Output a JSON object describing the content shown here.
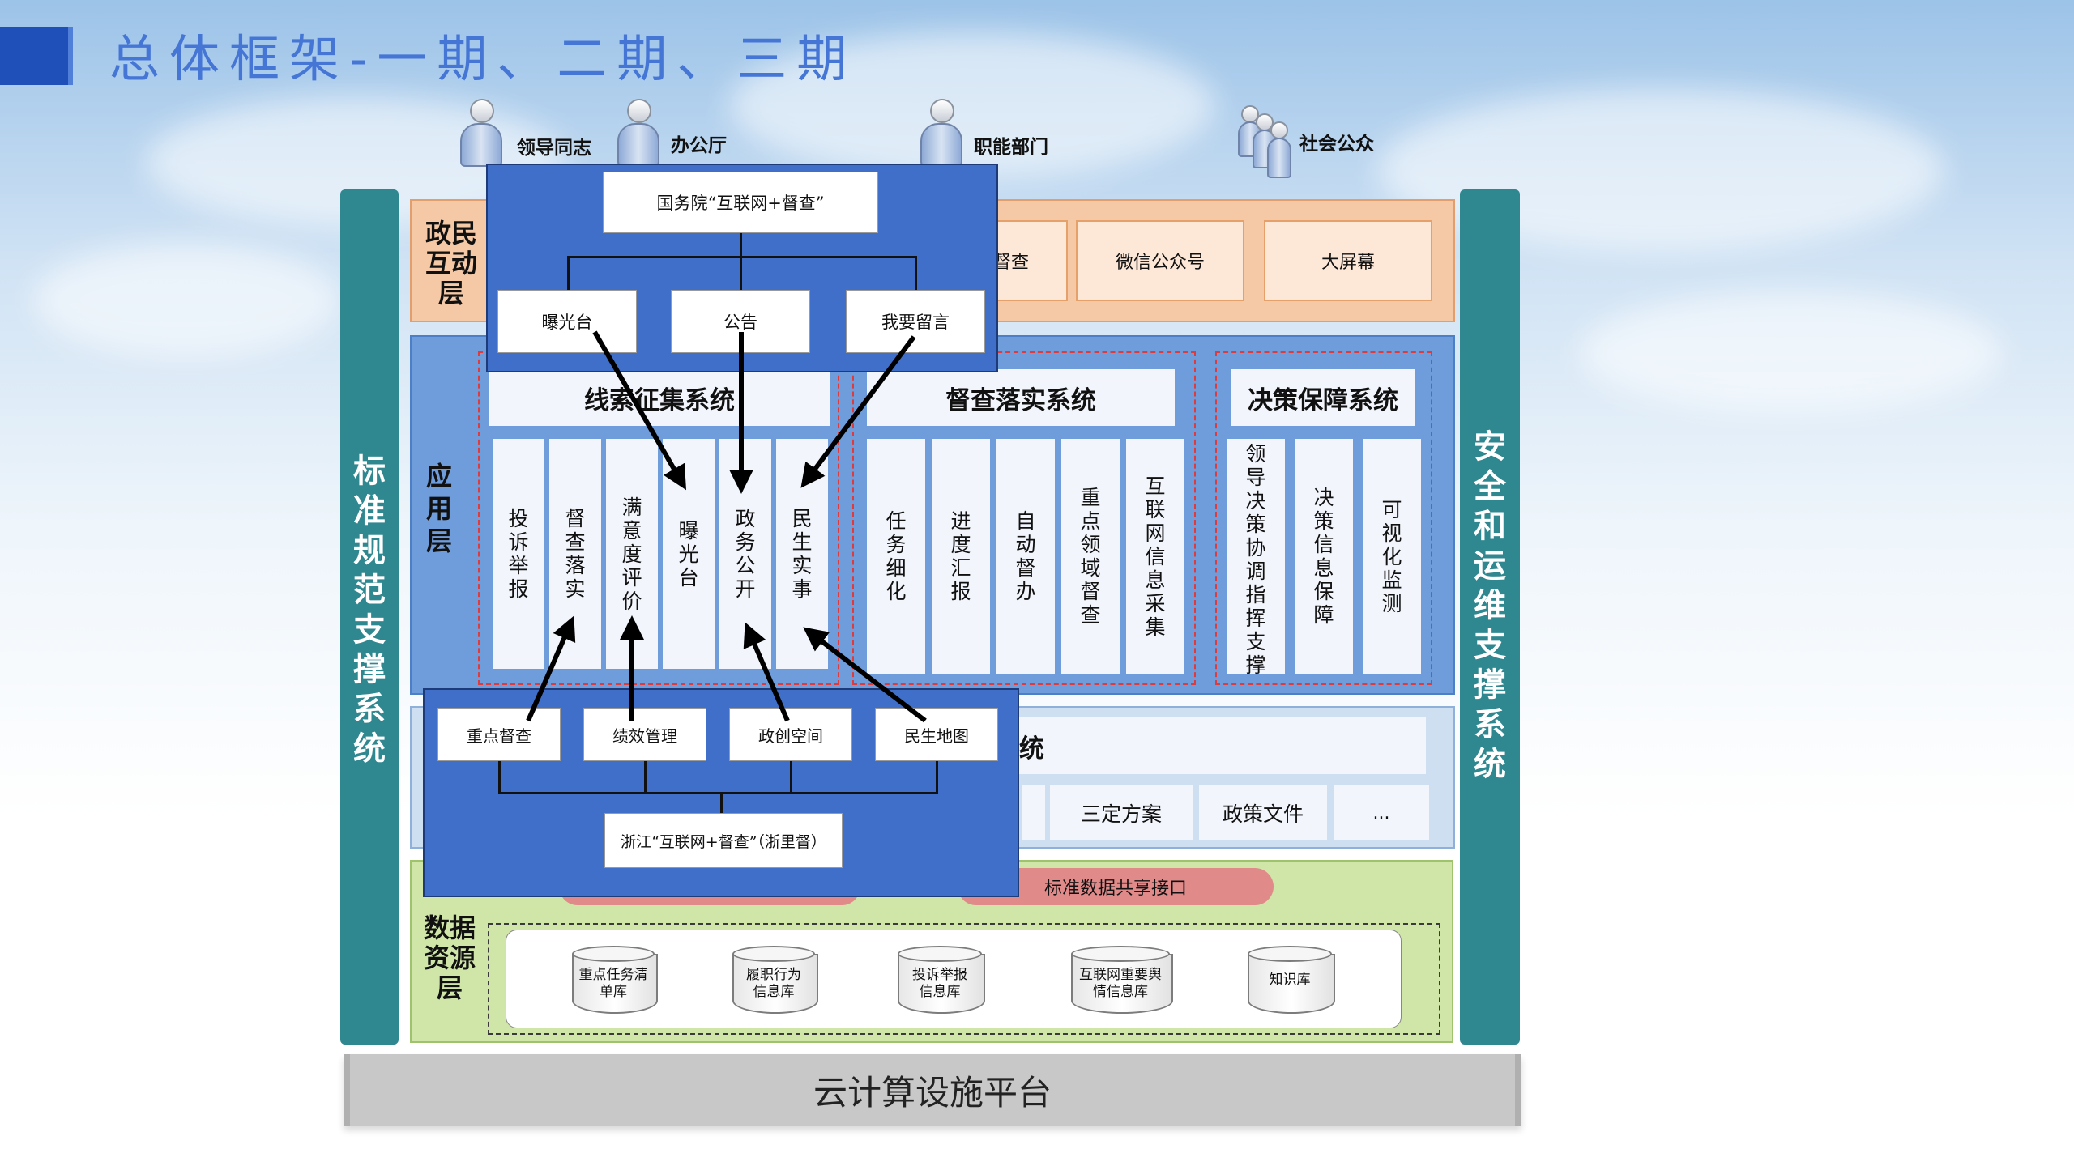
{
  "title": "总体框架-一期、二期、三期",
  "users": [
    "领导同志",
    "办公厅",
    "职能部门",
    "社会公众"
  ],
  "left_bar": "标准规范支撑系统",
  "right_bar": "安全和运维支撑系统",
  "layer_interaction": {
    "label": "政民互动层",
    "items": [
      "督查",
      "微信公众号",
      "大屏幕"
    ]
  },
  "layer_application": {
    "label": "应用层",
    "systems": [
      {
        "title": "线索征集系统",
        "items": [
          "投诉举报",
          "督查落实",
          "满意度评价",
          "曝光台",
          "政务公开",
          "民生实事"
        ]
      },
      {
        "title": "督查落实系统",
        "items": [
          "任务细化",
          "进度汇报",
          "自动督办",
          "重点领域督查",
          "互联网信息采集"
        ]
      },
      {
        "title": "决策保障系统",
        "items": [
          "领导决策协调指挥支撑",
          "决策信息保障",
          "可视化监测"
        ]
      }
    ]
  },
  "layer_support": {
    "partial_text": "统",
    "items": [
      "三定方案",
      "政策文件",
      "..."
    ]
  },
  "layer_data": {
    "label": "数据资源层",
    "interface": "标准数据共享接口",
    "databases": [
      "重点任务清单库",
      "履职行为信息库",
      "投诉举报信息库",
      "互联网重要舆情信息库",
      "知识库"
    ]
  },
  "cloud_platform": "云计算设施平台",
  "overlay_national": {
    "root": "国务院“互联网+督查”",
    "children": [
      "曝光台",
      "公告",
      "我要留言"
    ]
  },
  "overlay_zhejiang": {
    "root": "浙江“互联网+督查”（浙里督）",
    "children": [
      "重点督查",
      "绩效管理",
      "政创空间",
      "民生地图"
    ]
  },
  "colors": {
    "accent_title": "#4576d6",
    "overlay_blue": "#3f6fc8",
    "side_bar": "#2f8790",
    "interaction_layer": "#f5c9a6",
    "application_layer": "#6f9ddb",
    "data_layer": "#cfe6a8",
    "dashed_border": "#e03a3a"
  }
}
